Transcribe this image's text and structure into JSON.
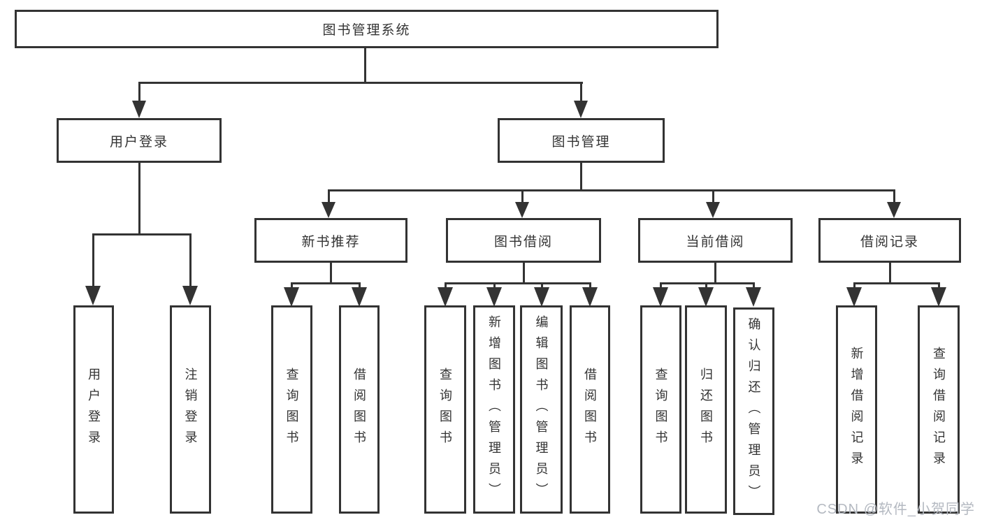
{
  "title": "图书管理系统",
  "tree": {
    "label": "图书管理系统",
    "children": [
      {
        "label": "用户登录",
        "children": [
          {
            "label": "用户登录"
          },
          {
            "label": "注销登录"
          }
        ]
      },
      {
        "label": "图书管理",
        "children": [
          {
            "label": "新书推荐",
            "children": [
              {
                "label": "查询图书"
              },
              {
                "label": "借阅图书"
              }
            ]
          },
          {
            "label": "图书借阅",
            "children": [
              {
                "label": "查询图书"
              },
              {
                "label": "新增图书（管理员）"
              },
              {
                "label": "编辑图书（管理员）"
              },
              {
                "label": "借阅图书"
              }
            ]
          },
          {
            "label": "当前借阅",
            "children": [
              {
                "label": "查询图书"
              },
              {
                "label": "归还图书"
              },
              {
                "label": "确认归还（管理员）"
              }
            ]
          },
          {
            "label": "借阅记录",
            "children": [
              {
                "label": "新增借阅记录"
              },
              {
                "label": "查询借阅记录"
              }
            ]
          }
        ]
      }
    ]
  },
  "watermark": {
    "text": "CSDN @软件_小贺同学"
  },
  "colors": {
    "line": "#333333",
    "box-border": "#333333",
    "box-fill": "#ffffff",
    "text": "#333333",
    "watermark": "#b4b9c1"
  }
}
